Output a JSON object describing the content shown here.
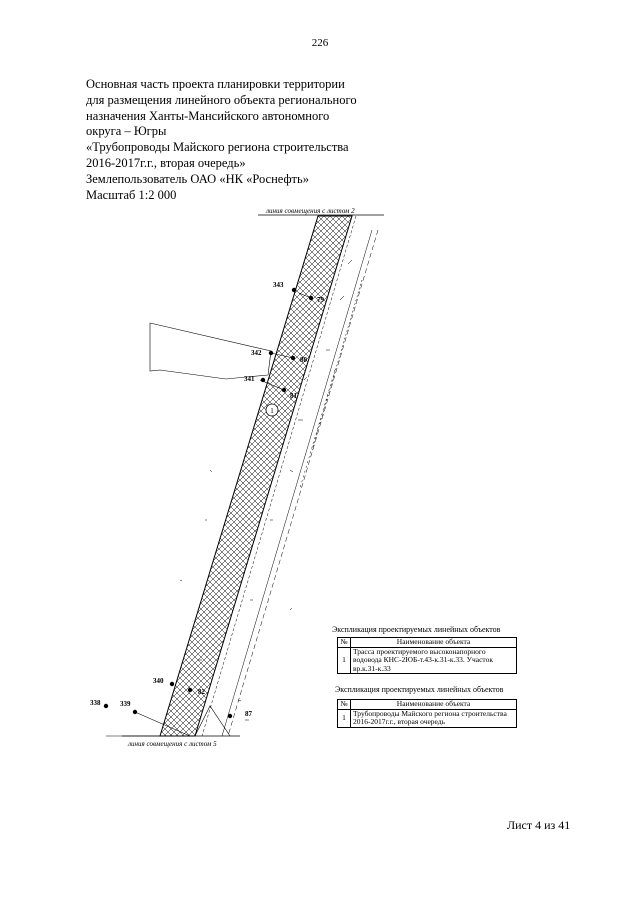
{
  "page_number": "226",
  "title_lines": [
    "Основная часть проекта планировки территории",
    "для размещения линейного объекта регионального",
    "назначения Ханты-Мансийского автономного",
    "округа – Югры",
    "«Трубопроводы Майского региона строительства",
    "2016-2017г.г., вторая очередь»",
    "Землепользователь ОАО «НК «Роснефть»",
    "Масштаб 1:2 000"
  ],
  "map": {
    "top_join_label": "линия совмещения с листом 2",
    "bottom_join_label": "линия совмещения с листом 5",
    "point_labels": {
      "p343": "343",
      "p79": "79",
      "p342": "342",
      "p80": "80",
      "p341": "341",
      "p81": "81",
      "p340": "340",
      "p82": "82",
      "p338": "338",
      "p339": "339",
      "p87": "87"
    },
    "object_marker": "1"
  },
  "table1": {
    "caption": "Экспликация проектируемых линейных объектов",
    "header_num": "№",
    "header_name": "Наименование объекта",
    "row_num": "1",
    "row_name": "Трасса проектируемого высоконапорного водовода КНС-2ЮБ-т.43-к.31-к.33. Участок вр.к.31-к.33"
  },
  "table2": {
    "caption": "Экспликация проектируемых линейных объектов",
    "header_num": "№",
    "header_name": "Наименование объекта",
    "row_num": "1",
    "row_name": "Трубопроводы Майского региона строительства 2016-2017г.г., вторая очередь"
  },
  "footer": "Лист 4 из 41"
}
